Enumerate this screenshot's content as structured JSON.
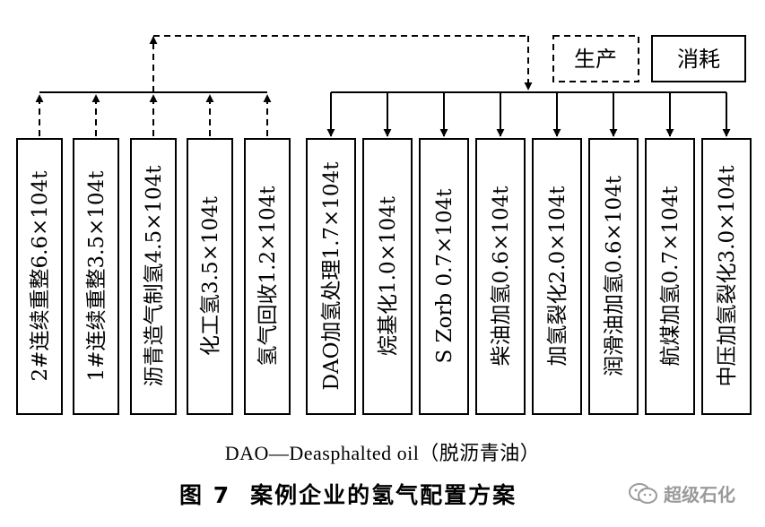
{
  "legend": {
    "production": "生产",
    "consumption": "消耗"
  },
  "producers": [
    {
      "label": "2#连续重整6.6×104t"
    },
    {
      "label": "1#连续重整3.5×104t"
    },
    {
      "label": "沥青造气制氢4.5×104t"
    },
    {
      "label": "化工氢3.5×104t"
    },
    {
      "label": "氢气回收1.2×104t"
    }
  ],
  "consumers": [
    {
      "label": "DAO加氢处理1.7×104t"
    },
    {
      "label": "烷基化1.0×104t"
    },
    {
      "label": "S Zorb 0.7×104t"
    },
    {
      "label": "柴油加氢0.6×104t"
    },
    {
      "label": "加氢裂化2.0×104t"
    },
    {
      "label": "润滑油加氢0.6×104t"
    },
    {
      "label": "航煤加氢0.7×104t"
    },
    {
      "label": "中压加氢裂化3.0×104t"
    }
  ],
  "note": "DAO—Deasphalted oil（脱沥青油）",
  "caption": {
    "number": "图 7",
    "title": "案例企业的氢气配置方案"
  },
  "watermark": "超级石化",
  "colors": {
    "line": "#000000",
    "watermark": "#9a9a9a"
  }
}
